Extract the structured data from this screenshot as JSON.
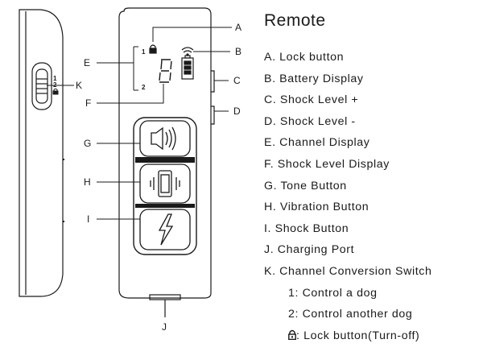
{
  "title": "Remote",
  "legend": [
    {
      "letter": "A",
      "text": "A. Lock button"
    },
    {
      "letter": "B",
      "text": "B. Battery Display"
    },
    {
      "letter": "C",
      "text": "C. Shock Level +"
    },
    {
      "letter": "D",
      "text": "D. Shock Level -"
    },
    {
      "letter": "E",
      "text": "E. Channel Display"
    },
    {
      "letter": "F",
      "text": "F. Shock Level Display"
    },
    {
      "letter": "G",
      "text": "G. Tone Button"
    },
    {
      "letter": "H",
      "text": "H. Vibration Button"
    },
    {
      "letter": "I",
      "text": "I.  Shock Button"
    },
    {
      "letter": "J",
      "text": "J. Charging Port"
    },
    {
      "letter": "K",
      "text": "K. Channel Conversion Switch"
    }
  ],
  "sub_items": [
    {
      "text": "1: Control a dog"
    },
    {
      "text": "2: Control another dog"
    },
    {
      "text": ": Lock button(Turn-off)",
      "icon": "lock-icon"
    }
  ],
  "callouts": {
    "A": "A",
    "B": "B",
    "C": "C",
    "D": "D",
    "E": "E",
    "F": "F",
    "G": "G",
    "H": "H",
    "I": "I",
    "J": "J",
    "K": "K"
  },
  "channel_marks": {
    "one": "1",
    "two": "2"
  },
  "switch_marks": {
    "one": "1",
    "two": "2"
  },
  "icons": [
    "lock-icon",
    "signal-icon",
    "battery-icon",
    "tone-speaker-icon",
    "vibration-icon",
    "shock-bolt-icon"
  ]
}
